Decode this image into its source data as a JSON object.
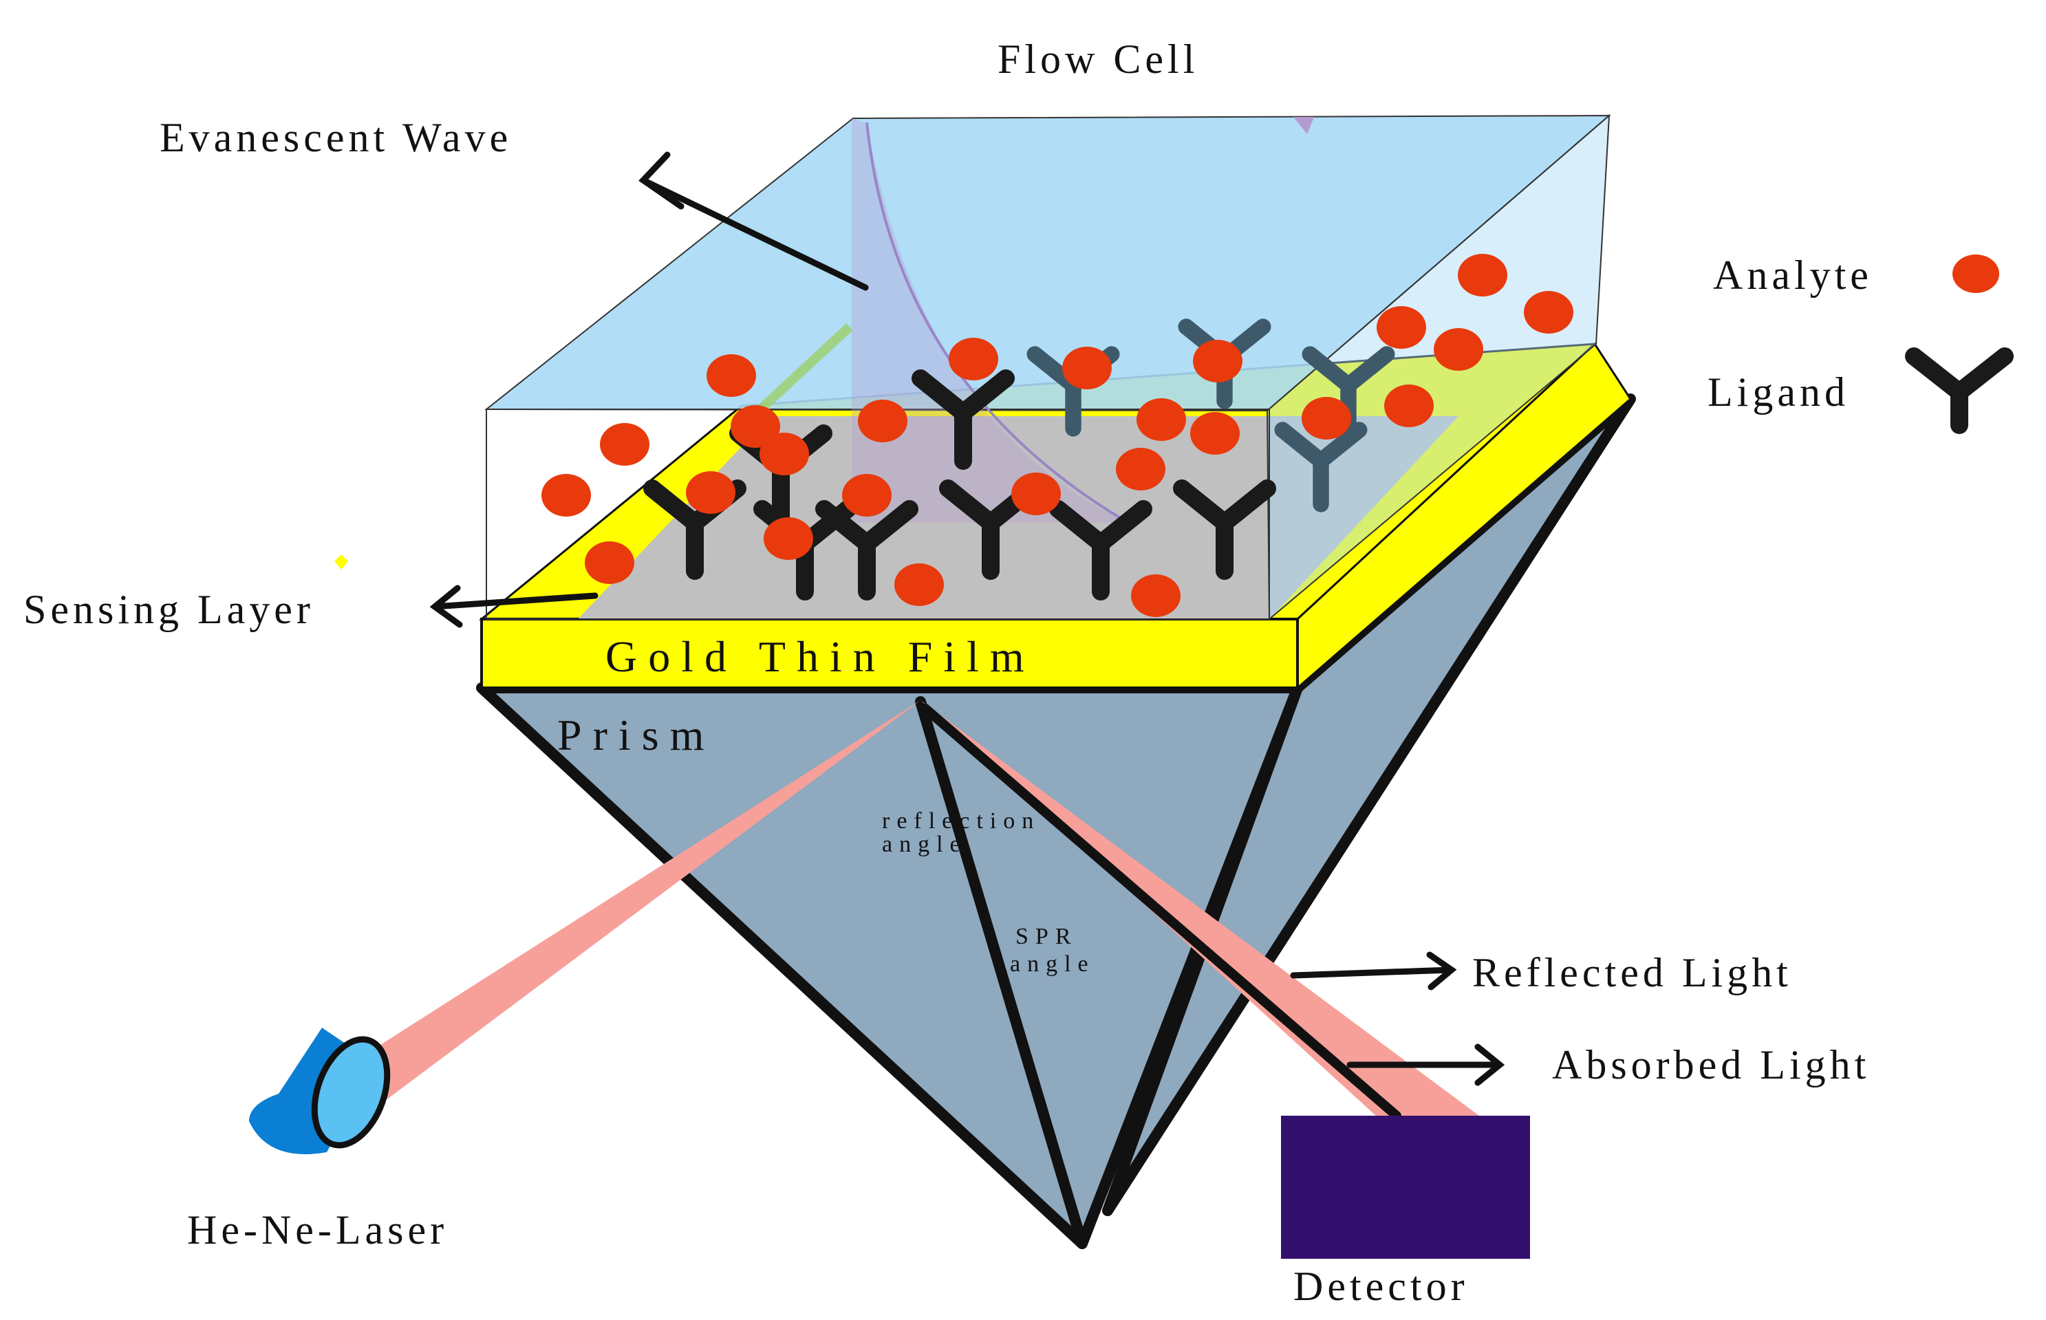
{
  "labels": {
    "flow_cell": "Flow Cell",
    "evanescent_wave": "Evanescent Wave",
    "analyte": "Analyte",
    "ligand": "Ligand",
    "sensing_layer": "Sensing Layer",
    "gold_thin_film": "Gold Thin Film",
    "prism": "Prism",
    "reflection_angle_line1": "reflection",
    "reflection_angle_line2": "angle",
    "spr_angle_line1": "SPR",
    "spr_angle_line2": "angle",
    "reflected_light": "Reflected Light",
    "absorbed_light": "Absorbed Light",
    "he_ne_laser": "He-Ne-Laser",
    "detector": "Detector"
  },
  "colors": {
    "flow_cell_glass": "#a9d9f5",
    "gold": "#ffff00",
    "prism": "#8fa9bf",
    "sensing_layer": "#c0c0c0",
    "analyte": "#e83a0c",
    "ligand": "#1a1a1a",
    "ligand_faded": "#3e5a6a",
    "laser_beam": "#f7a09a",
    "laser_body": "#0a7fd4",
    "laser_lens": "#5bc0f2",
    "detector": "#33106e",
    "outline": "#111111"
  }
}
